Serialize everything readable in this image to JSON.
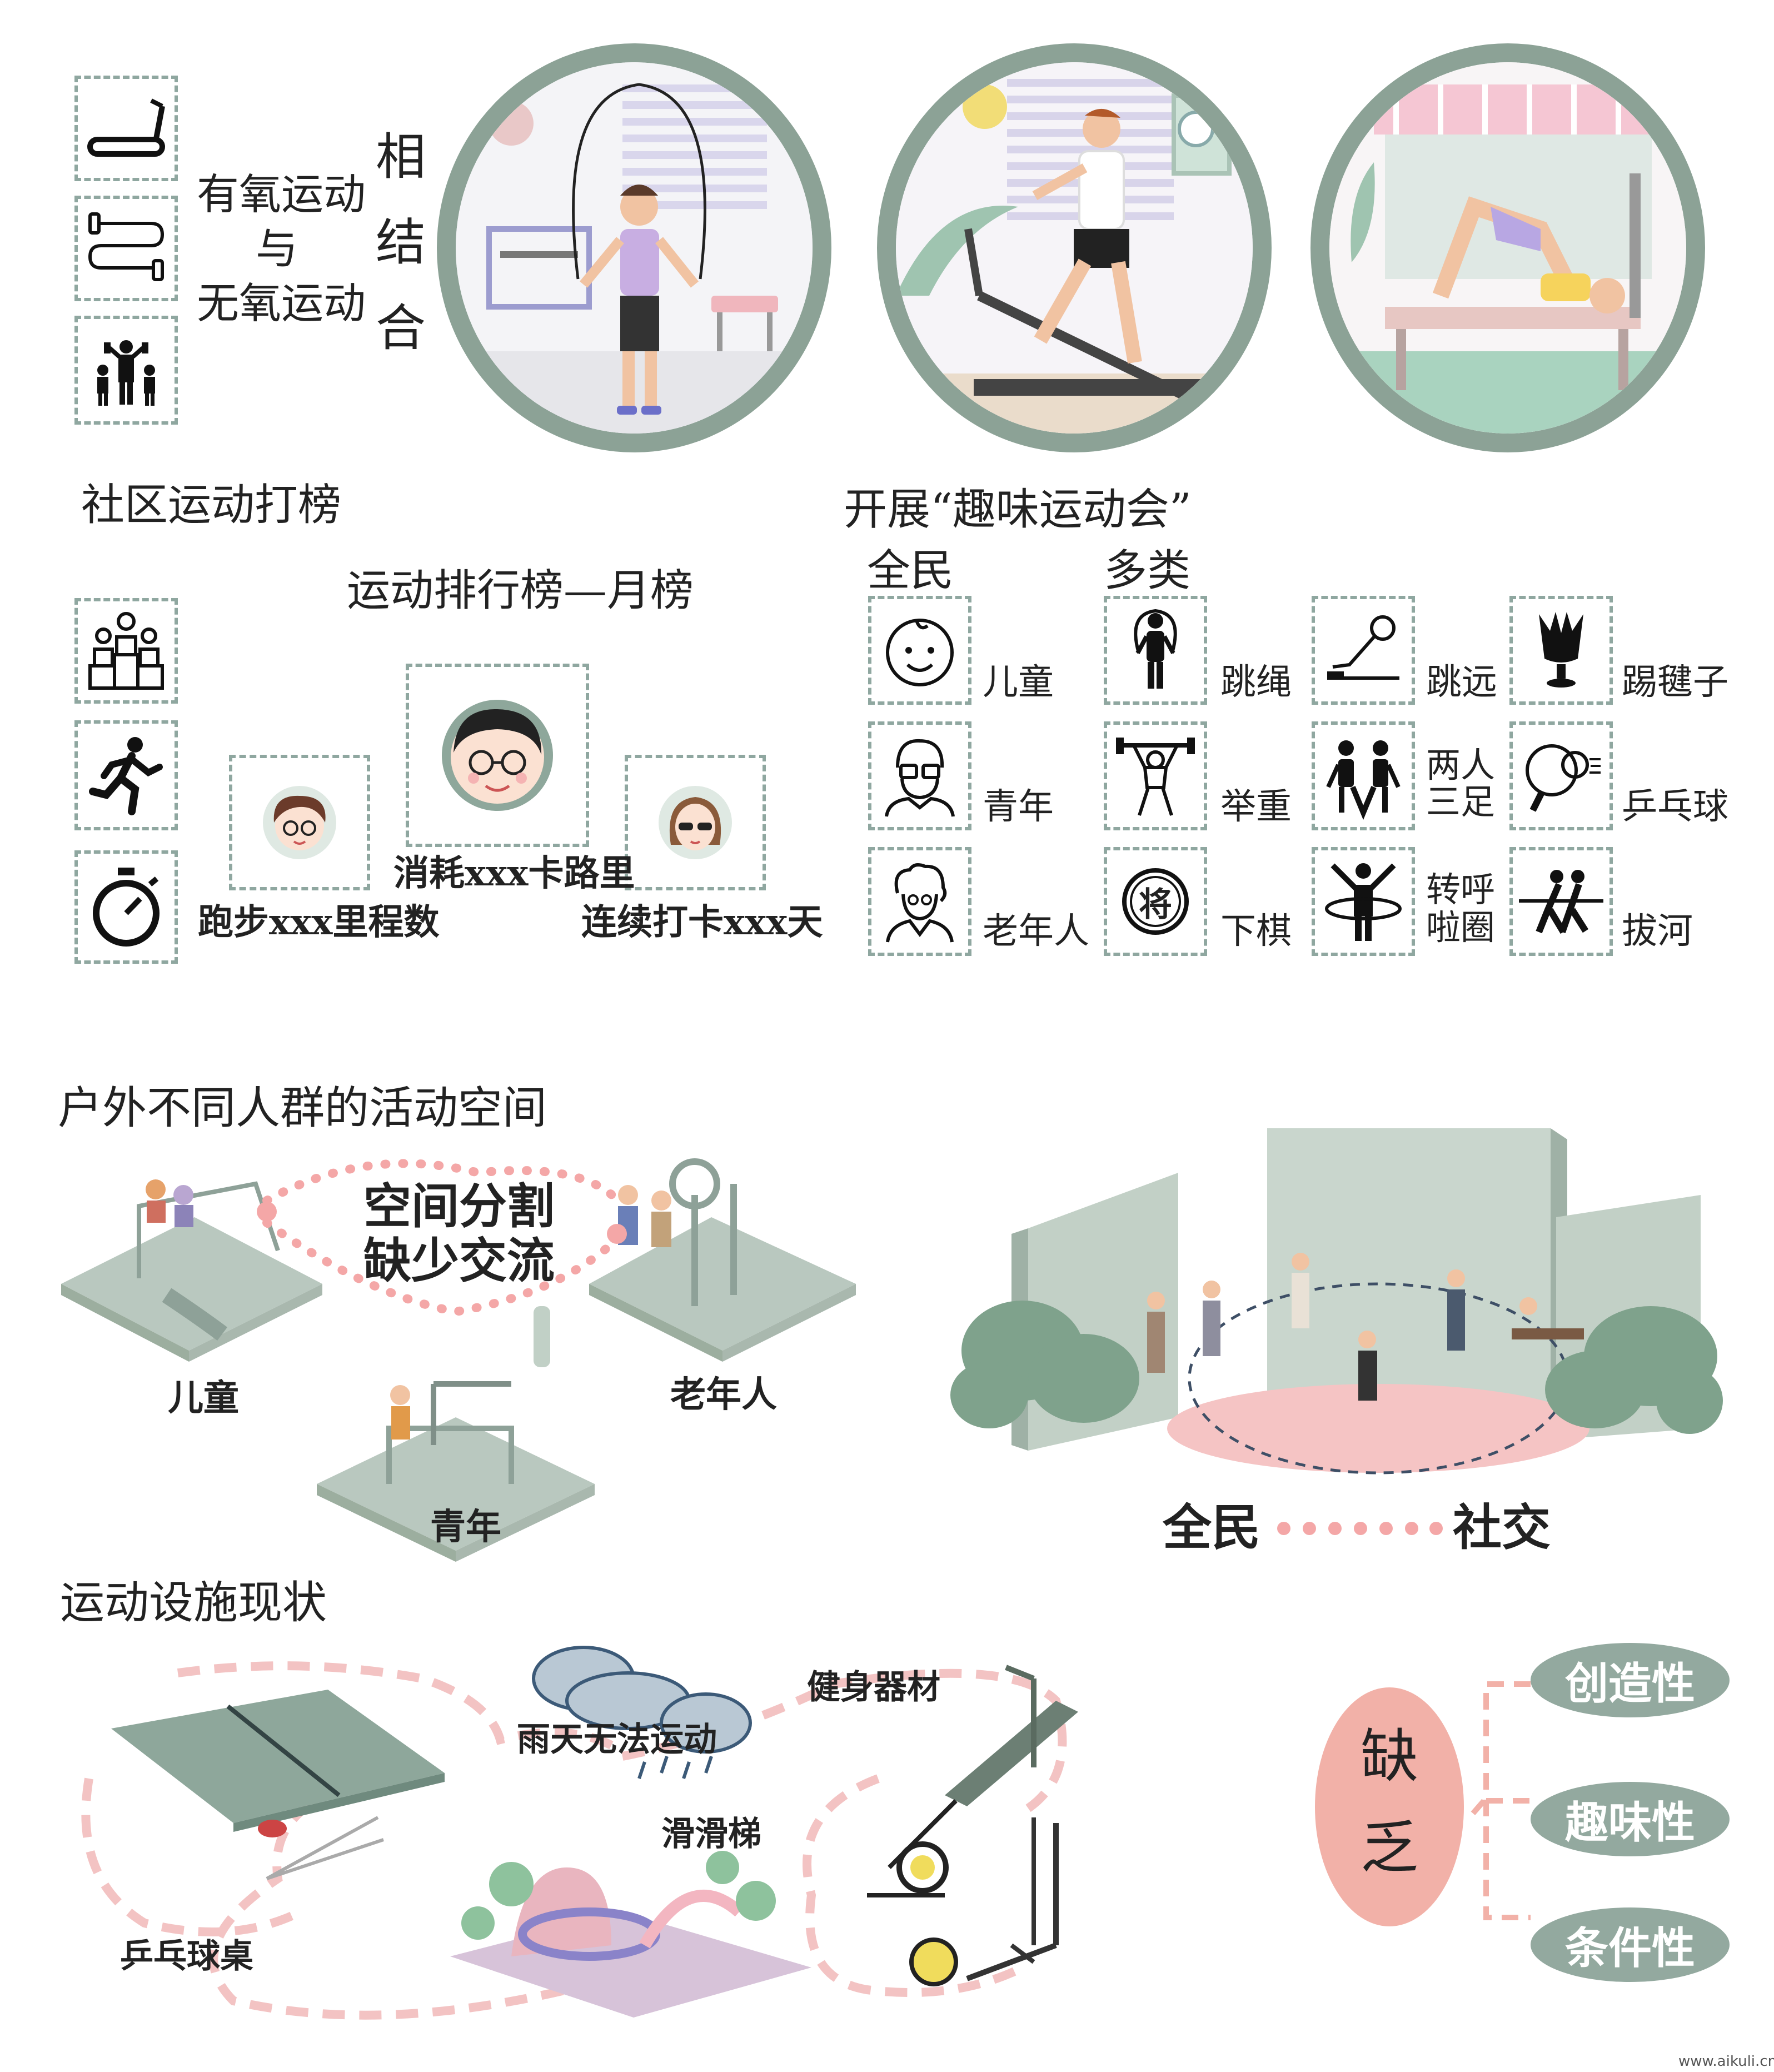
{
  "top": {
    "combo_line1": "有氧运动",
    "combo_line2": "与",
    "combo_line3": "无氧运动",
    "combined_1": "相",
    "combined_2": "结",
    "combined_3": "合"
  },
  "ranking": {
    "section_title": "社区运动打榜",
    "board_title": "运动排行榜—月榜",
    "center_label": "消耗xxx卡路里",
    "left_label": "跑步xxx里程数",
    "right_label": "连续打卡xxx天"
  },
  "games": {
    "section_title": "开展“趣味运动会”",
    "all_people": "全民",
    "many_types": "多类",
    "groups": [
      "儿童",
      "青年",
      "老年人"
    ],
    "activities": [
      "跳绳",
      "举重",
      "下棋",
      "跳远",
      "两人三足",
      "转呼啦圈",
      "踢毽子",
      "乒乓球",
      "拔河"
    ],
    "two_people_line1": "两人",
    "two_people_line2": "三足",
    "hoop_line1": "转呼",
    "hoop_line2": "啦圈",
    "chess_glyph": "将"
  },
  "outdoor": {
    "section_title": "户外不同人群的活动空间",
    "divide_line1": "空间分割",
    "divide_line2": "缺少交流",
    "children": "儿童",
    "youth": "青年",
    "elderly": "老年人",
    "social_left": "全民",
    "social_right": "社交"
  },
  "facilities": {
    "section_title": "运动设施现状",
    "rain": "雨天无法运动",
    "fitness": "健身器材",
    "slide": "滑滑梯",
    "pingpong": "乒乓球桌",
    "lack_1": "缺",
    "lack_2": "乏",
    "pills": [
      "创造性",
      "趣味性",
      "条件性"
    ]
  },
  "watermark": "www.aikuli.cn"
}
